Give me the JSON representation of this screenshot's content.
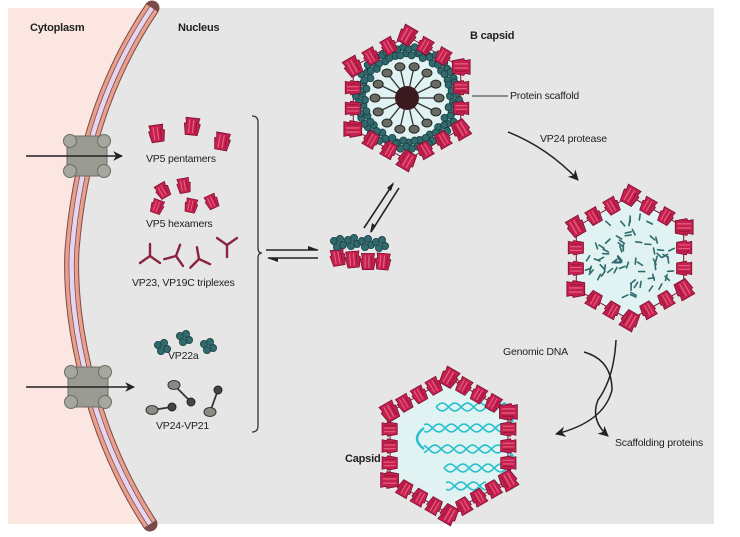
{
  "diagram": {
    "title": "Herpesvirus capsid assembly",
    "colors": {
      "cytoplasm_bg": "#fbe6e2",
      "nucleus_bg": "#e6e6e6",
      "membrane_outer": "#e8a08c",
      "membrane_inner": "#e4d6f0",
      "membrane_edge": "#7a4a48",
      "pore": "#9a9c94",
      "capsomer": "#c4204f",
      "capsomer_light": "#e8607e",
      "scaffold_teal": "#2f6a6e",
      "scaffold_grey": "#6a6a64",
      "dna": "#27c0cc",
      "capsid_interior": "#e0f2f2",
      "arrow": "#222222"
    },
    "region_labels": {
      "cytoplasm": "Cytoplasm",
      "nucleus": "Nucleus"
    },
    "components": [
      {
        "id": "vp5-pentamers",
        "label": "VP5 pentamers"
      },
      {
        "id": "vp5-hexamers",
        "label": "VP5 hexamers"
      },
      {
        "id": "triplexes",
        "label": "VP23, VP19C triplexes"
      },
      {
        "id": "vp22a",
        "label": "VP22a"
      },
      {
        "id": "vp24-vp21",
        "label": "VP24-VP21"
      }
    ],
    "stages": {
      "b_capsid": "B capsid",
      "protein_scaffold": "Protein scaffold",
      "vp24_protease": "VP24 protease",
      "genomic_dna": "Genomic DNA",
      "scaffolding_proteins": "Scaffolding proteins",
      "capsid": "Capsid"
    }
  }
}
